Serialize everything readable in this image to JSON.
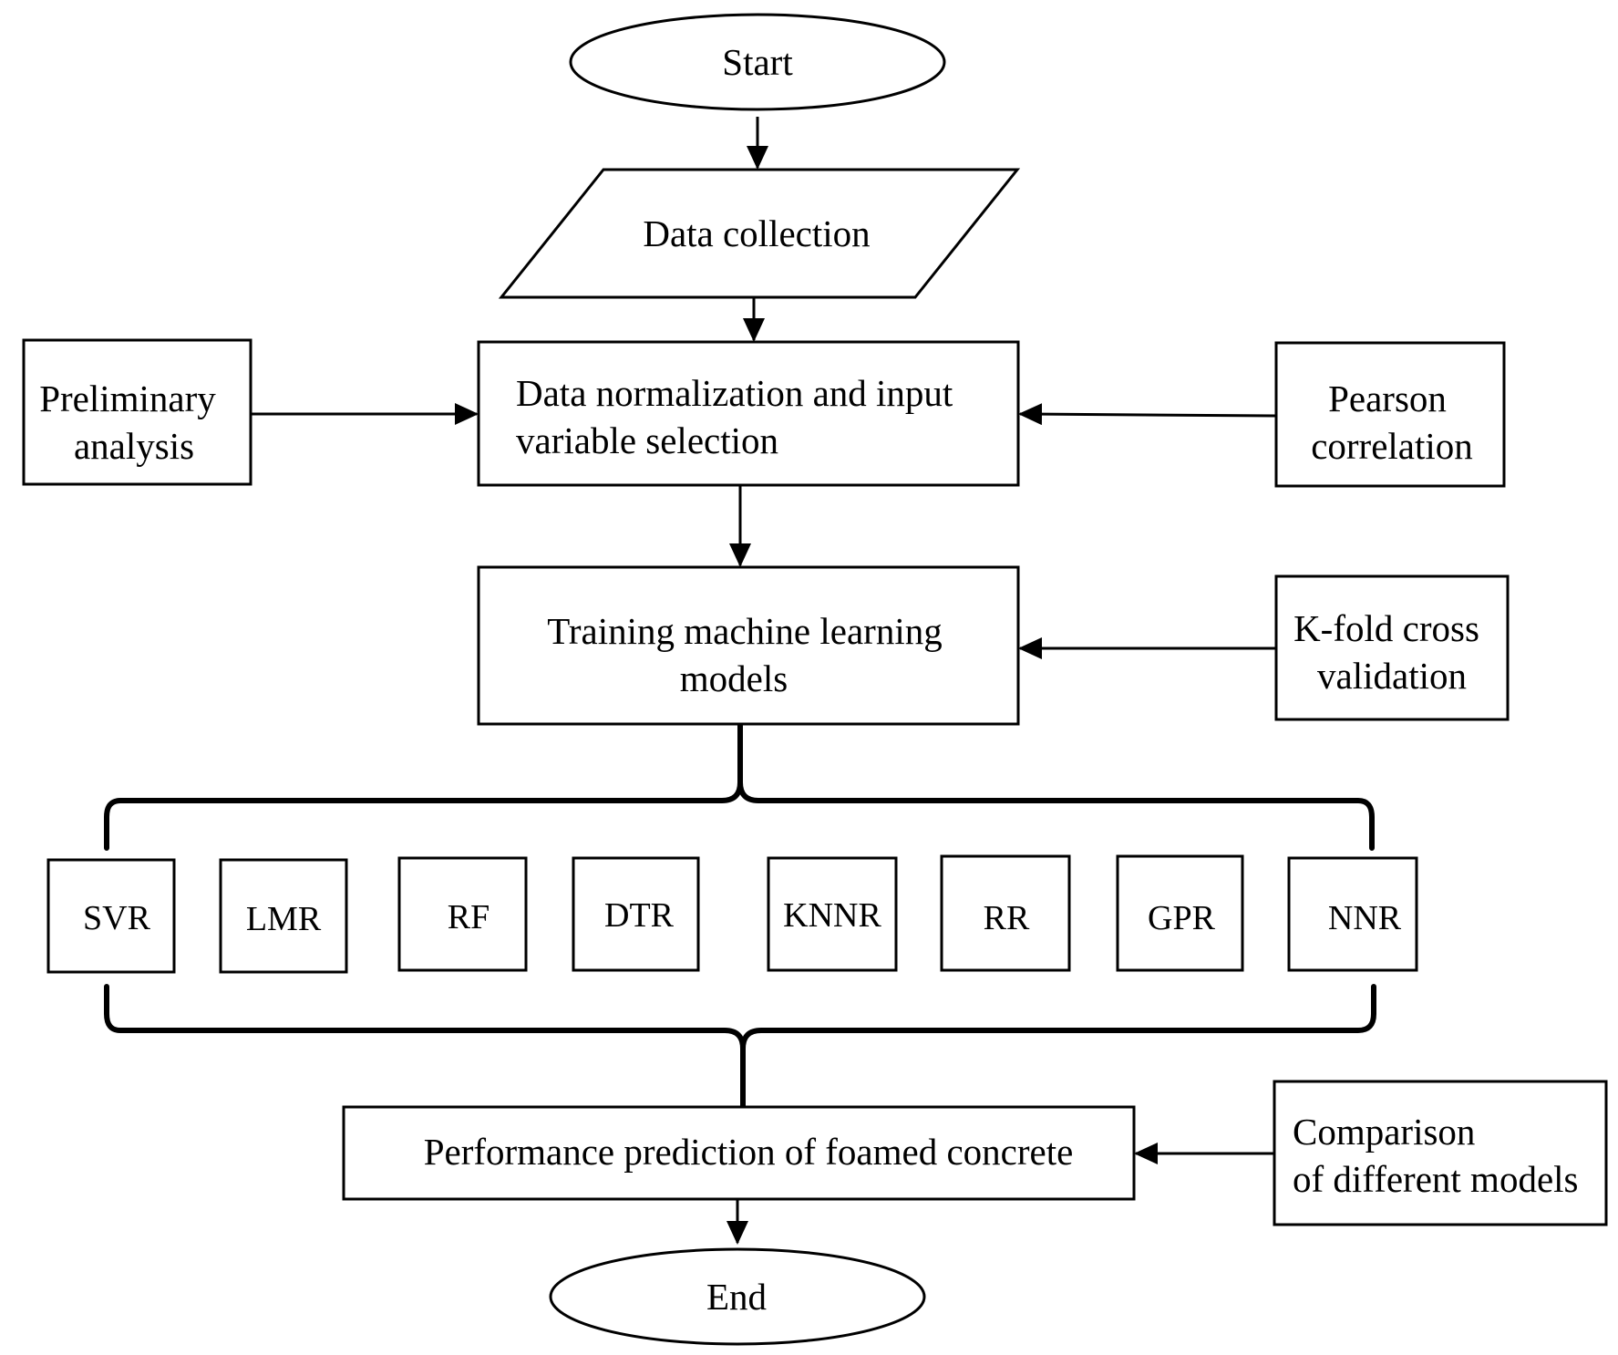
{
  "start": "Start",
  "data_collection": "Data collection",
  "normalization": [
    "Data normalization and input",
    "variable selection"
  ],
  "preliminary": [
    "Preliminary",
    "analysis"
  ],
  "pearson": [
    "Pearson",
    "correlation"
  ],
  "training": [
    "Training machine learning",
    "models"
  ],
  "kfold": [
    "K-fold cross",
    "validation"
  ],
  "models": [
    "SVR",
    "LMR",
    "RF",
    "DTR",
    "KNNR",
    "RR",
    "GPR",
    "NNR"
  ],
  "prediction": "Performance prediction of foamed concrete",
  "comparison": [
    "Comparison",
    "of different models"
  ],
  "end": "End"
}
